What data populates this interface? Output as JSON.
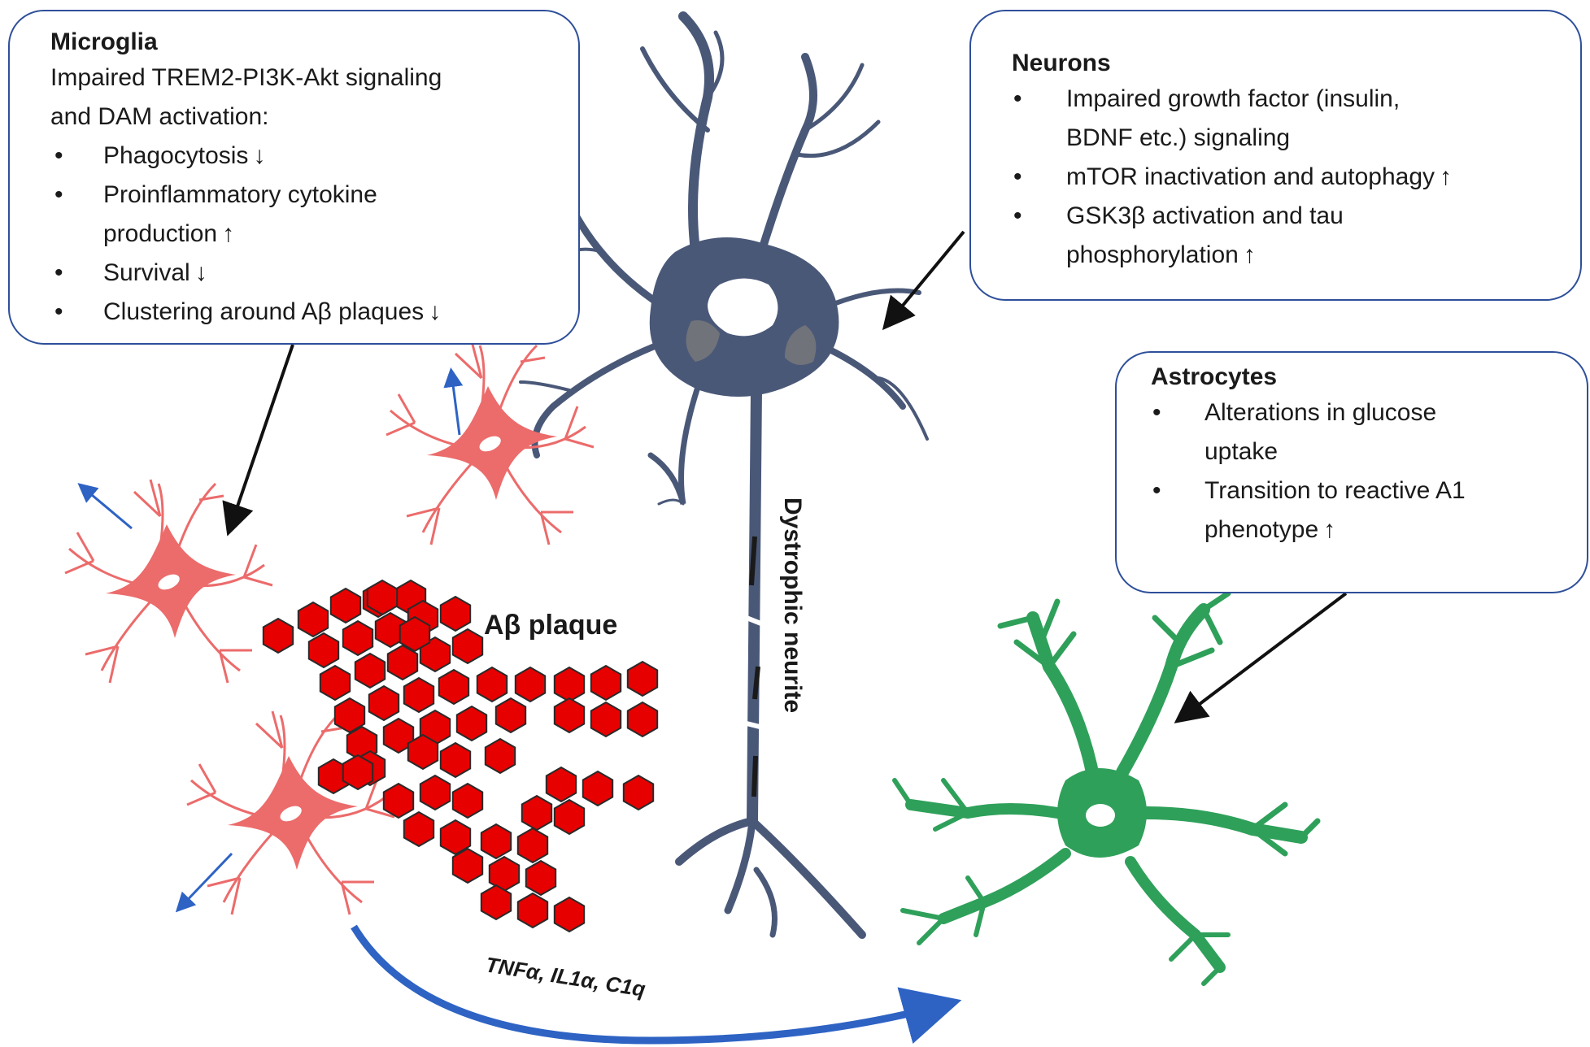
{
  "microglia_box": {
    "title": "Microglia",
    "intro": [
      "Impaired TREM2-PI3K-Akt signaling",
      "and DAM activation:"
    ],
    "items": [
      {
        "lines": [
          "Phagocytosis"
        ],
        "arrow": "↓"
      },
      {
        "lines": [
          "Proinflammatory cytokine",
          "production"
        ],
        "arrow": "↑"
      },
      {
        "lines": [
          "Survival"
        ],
        "arrow": "↓"
      },
      {
        "lines": [
          "Clustering around Aβ plaques"
        ],
        "arrow": "↓"
      }
    ]
  },
  "neurons_box": {
    "title": "Neurons",
    "items": [
      {
        "lines": [
          "Impaired growth factor (insulin,",
          "BDNF etc.) signaling"
        ],
        "arrow": ""
      },
      {
        "lines": [
          "mTOR inactivation and autophagy"
        ],
        "arrow": "↑"
      },
      {
        "lines": [
          "GSK3β activation and tau",
          "phosphorylation"
        ],
        "arrow": "↑"
      }
    ]
  },
  "astrocytes_box": {
    "title": "Astrocytes",
    "items": [
      {
        "lines": [
          "Alterations in glucose",
          "uptake"
        ],
        "arrow": ""
      },
      {
        "lines": [
          "Transition to reactive A1",
          "phenotype"
        ],
        "arrow": "↑"
      }
    ]
  },
  "labels": {
    "plaque": "Aβ plaque",
    "neurite": "Dystrophic neurite",
    "cytokines": "TNFα, IL1α, C1q"
  },
  "bullet": "•",
  "colors": {
    "box_border": "#2e4f9a",
    "neuron": "#4a5878",
    "microglia": "#ec6b6b",
    "plaque": "#e60000",
    "astrocyte": "#2fa05a",
    "signal_arrow": "#2e63c4"
  }
}
